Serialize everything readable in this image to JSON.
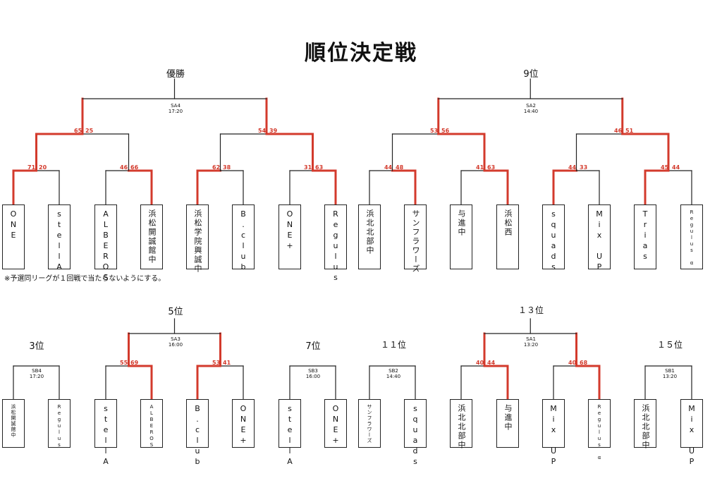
{
  "title": "順位決定戦",
  "note": "※予選同リーグが１回戦で当たらないようにする。",
  "colors": {
    "win": "#d33a2c",
    "line": "#222222"
  },
  "places": {
    "p1": "優勝",
    "p9": "9位",
    "p5": "5位",
    "p3": "3位",
    "p7": "7位",
    "p11": "１１位",
    "p13": "１３位",
    "p15": "１５位"
  },
  "matches": {
    "SA4": {
      "code": "SA4",
      "time": "17:20"
    },
    "SA2": {
      "code": "SA2",
      "time": "14:40"
    },
    "SA3": {
      "code": "SA3",
      "time": "16:00"
    },
    "SA1": {
      "code": "SA1",
      "time": "13:20"
    },
    "SB4": {
      "code": "SB4",
      "time": "17:20"
    },
    "SB3": {
      "code": "SB3",
      "time": "16:00"
    },
    "SB2": {
      "code": "SB2",
      "time": "14:40"
    },
    "SB1": {
      "code": "SB1",
      "time": "13:20"
    }
  },
  "teams": [
    {
      "name": "ONE"
    },
    {
      "name": "stellA"
    },
    {
      "name": "ALBEROS"
    },
    {
      "name": "浜松開誠館中"
    },
    {
      "name": "浜松学院興誠中"
    },
    {
      "name": "B.club"
    },
    {
      "name": "ONE+"
    },
    {
      "name": "Regulus"
    },
    {
      "name": "浜北北部中"
    },
    {
      "name": "サンフラワーズ"
    },
    {
      "name": "与進中"
    },
    {
      "name": "浜松西"
    },
    {
      "name": "squads"
    },
    {
      "name": "Mix UP"
    },
    {
      "name": "Trias"
    },
    {
      "name": "Regulus α"
    }
  ],
  "bottom_teams": [
    {
      "name": "浜松開誠館中"
    },
    {
      "name": "Regulus"
    },
    {
      "name": "stellA"
    },
    {
      "name": "ALBEROS"
    },
    {
      "name": "B.club"
    },
    {
      "name": "ONE+"
    },
    {
      "name": "stellA"
    },
    {
      "name": "ONE+"
    },
    {
      "name": "サンフラワーズ"
    },
    {
      "name": "squads"
    },
    {
      "name": "浜北北部中"
    },
    {
      "name": "与進中"
    },
    {
      "name": "Mix UP"
    },
    {
      "name": "Regulus α"
    },
    {
      "name": "浜北北部中"
    },
    {
      "name": "Mix UP"
    }
  ],
  "scores": {
    "r1": [
      [
        "71",
        "20"
      ],
      [
        "46",
        "66"
      ],
      [
        "62",
        "38"
      ],
      [
        "31",
        "63"
      ],
      [
        "44",
        "48"
      ],
      [
        "41",
        "63"
      ],
      [
        "44",
        "33"
      ],
      [
        "45",
        "44"
      ]
    ],
    "r2": [
      [
        "65",
        "25"
      ],
      [
        "54",
        "39"
      ],
      [
        "53",
        "56"
      ],
      [
        "46",
        "51"
      ]
    ],
    "b": [
      [
        "55",
        "69"
      ],
      [
        "53",
        "41"
      ],
      [
        "40",
        "44"
      ],
      [
        "40",
        "68"
      ]
    ]
  }
}
